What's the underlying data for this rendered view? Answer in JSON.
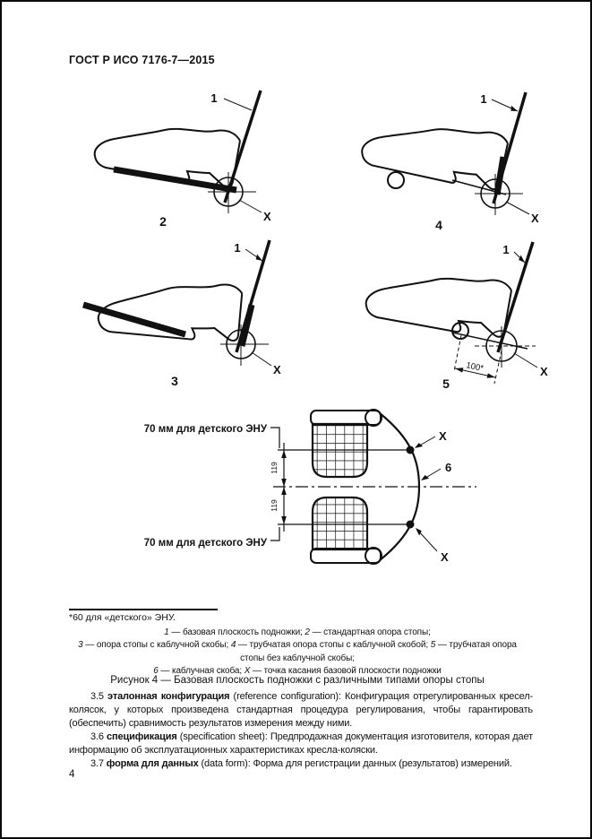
{
  "page": {
    "header": "ГОСТ Р ИСО 7176-7—2015",
    "page_number": "4"
  },
  "figure": {
    "caption": "Рисунок 4 — Базовая плоскость подножки с различными типами опоры стопы",
    "footnote": "*60 для «детского» ЭНУ.",
    "labels": {
      "plane": "1",
      "contact": "X",
      "d2_num": "2",
      "d3_num": "3",
      "d4_num": "4",
      "d5_num": "5",
      "d6_num": "6",
      "d5_dim": "100*",
      "d6_dim_upper": "119",
      "d6_dim_lower": "119",
      "d6_label_top": "70 мм для детского ЭНУ",
      "d6_label_bottom": "70 мм для детского ЭНУ"
    },
    "legend_lines": [
      [
        {
          "t": "1",
          "i": true
        },
        {
          "t": " — базовая плоскость подножки; "
        },
        {
          "t": "2",
          "i": true
        },
        {
          "t": " — стандартная опора стопы;"
        }
      ],
      [
        {
          "t": "3",
          "i": true
        },
        {
          "t": " — опора стопы с каблучной скобы; "
        },
        {
          "t": "4",
          "i": true
        },
        {
          "t": " — трубчатая опора стопы с каблучной скобой; "
        },
        {
          "t": "5",
          "i": true
        },
        {
          "t": " — трубчатая опора"
        }
      ],
      [
        {
          "t": "стопы без каблучной скобы;"
        }
      ],
      [
        {
          "t": "6",
          "i": true
        },
        {
          "t": " — каблучная скоба; "
        },
        {
          "t": "X",
          "i": true
        },
        {
          "t": " — точка касания базовой плоскости подножки"
        }
      ]
    ]
  },
  "paragraphs": [
    [
      {
        "t": "3.5 "
      },
      {
        "t": "эталонная конфигурация",
        "b": true
      },
      {
        "t": " (reference configuration): Конфигурация отрегулированных кресел-колясок, у которых произведена стандартная процедура регулирования, чтобы гарантировать (обеспечить) сравнимость результатов измерения между ними."
      }
    ],
    [
      {
        "t": "3.6 "
      },
      {
        "t": "спецификация",
        "b": true
      },
      {
        "t": " (specification sheet): Предпродажная документация изготовителя, которая дает информацию об эксплуатационных характеристиках кресла-коляски."
      }
    ],
    [
      {
        "t": "3.7 "
      },
      {
        "t": "форма для данных",
        "b": true
      },
      {
        "t": " (data form): Форма для регистрации данных (результатов) измерений."
      }
    ]
  ]
}
